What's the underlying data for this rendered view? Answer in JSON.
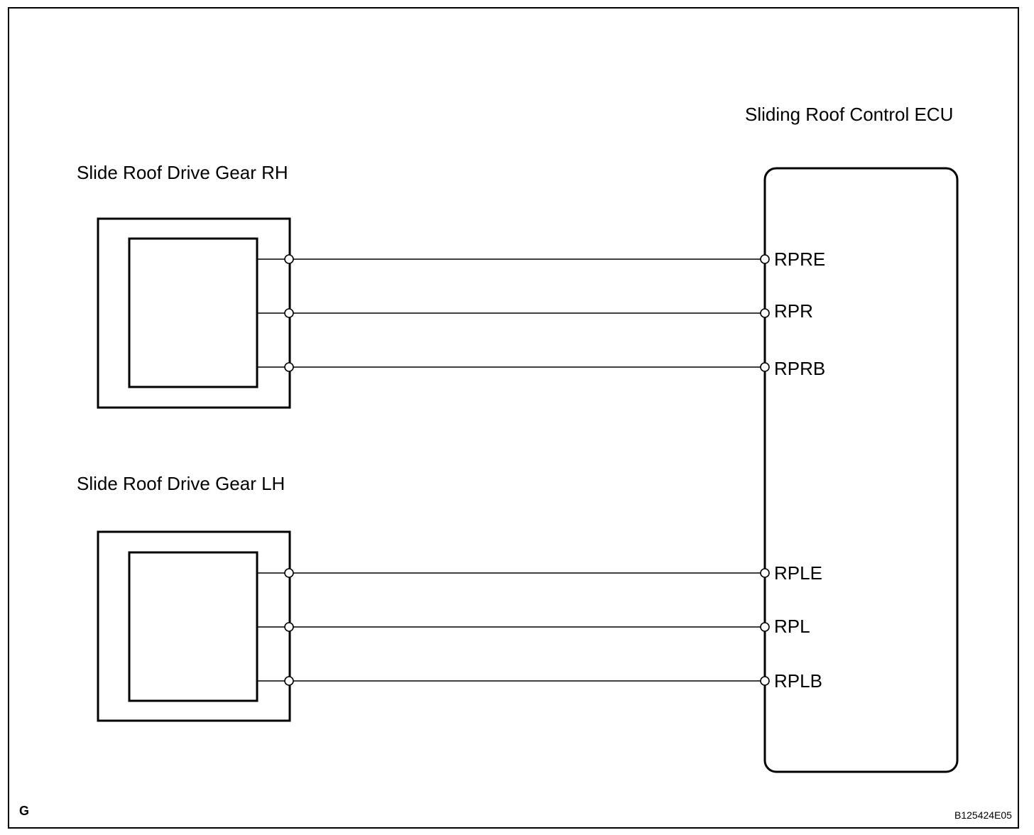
{
  "ecu": {
    "title": "Sliding Roof Control ECU"
  },
  "gear_rh": {
    "title": "Slide Roof Drive Gear RH",
    "pins": [
      "RPRE",
      "RPR",
      "RPRB"
    ]
  },
  "gear_lh": {
    "title": "Slide Roof Drive Gear LH",
    "pins": [
      "RPLE",
      "RPL",
      "RPLB"
    ]
  },
  "footer": {
    "left_code": "G",
    "figure_id": "B125424E05"
  }
}
